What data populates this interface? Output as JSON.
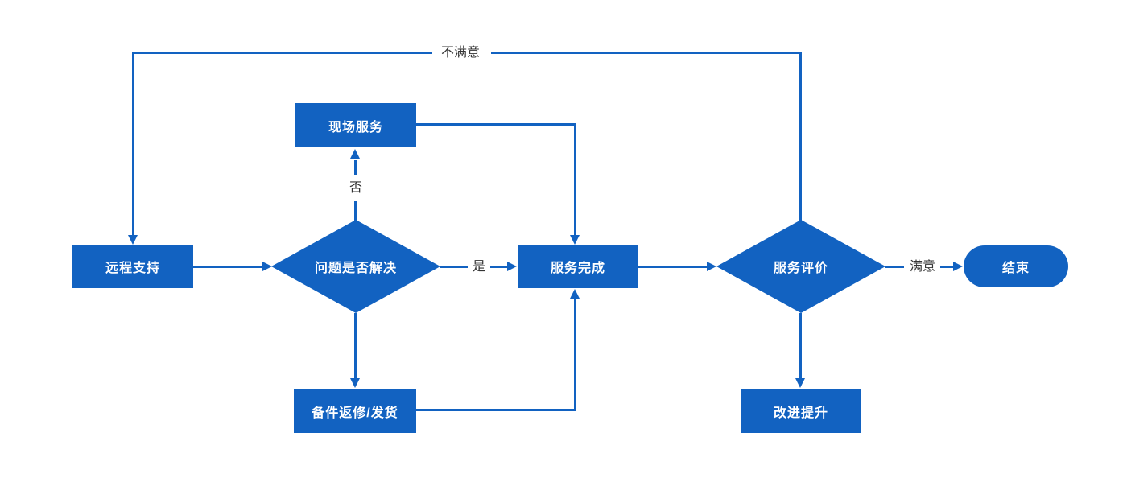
{
  "diagram": {
    "accent_color": "#1262C1",
    "edge_label_color": "#333333",
    "nodes": [
      {
        "id": "remote-support",
        "shape": "rect",
        "label": "远程支持"
      },
      {
        "id": "problem-solved",
        "shape": "diamond",
        "label": "问题是否解决"
      },
      {
        "id": "onsite-service",
        "shape": "rect",
        "label": "现场服务"
      },
      {
        "id": "service-complete",
        "shape": "rect",
        "label": "服务完成"
      },
      {
        "id": "parts-repair",
        "shape": "rect",
        "label": "备件返修/发货"
      },
      {
        "id": "service-evaluation",
        "shape": "diamond",
        "label": "服务评价"
      },
      {
        "id": "improvement",
        "shape": "rect",
        "label": "改进提升"
      },
      {
        "id": "end",
        "shape": "pill",
        "label": "结束"
      }
    ],
    "edge_labels": {
      "no": "否",
      "yes": "是",
      "satisfied": "满意",
      "unsatisfied": "不满意"
    }
  }
}
